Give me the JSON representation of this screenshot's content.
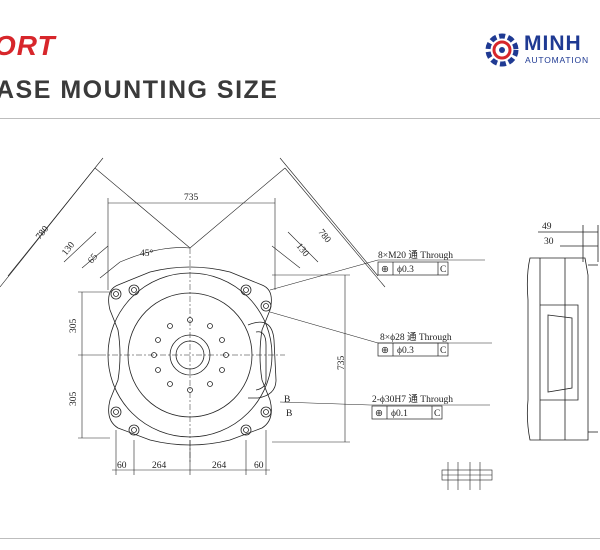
{
  "header": {
    "brand_fragment": "ORT",
    "title_fragment": "ASE MOUNTING SIZE"
  },
  "logo": {
    "name": "MINH",
    "subtitle": "AUTOMATION",
    "color": "#1f3a93",
    "accent": "#d7262b"
  },
  "front_view": {
    "dim_735_top": "735",
    "dim_780_left": "780",
    "dim_780_right": "780",
    "dim_130_left": "130",
    "dim_130_right": "130",
    "dim_65": "65",
    "dim_45deg": "45°",
    "dim_305_upper": "305",
    "dim_305_lower": "305",
    "dim_735_right": "735",
    "dim_60_left": "60",
    "dim_264_left": "264",
    "dim_264_right": "264",
    "dim_60_right": "60",
    "label_b1": "B",
    "label_b2": "B"
  },
  "callouts": [
    {
      "spec": "8×M20 通 Through",
      "symbol": "⊕",
      "tolerance": "ϕ0.3",
      "datum": "C"
    },
    {
      "spec": "8×ϕ28 通 Through",
      "symbol": "⊕",
      "tolerance": "ϕ0.3",
      "datum": "C"
    },
    {
      "spec": "2-ϕ30H7 通 Through",
      "symbol": "⊕",
      "tolerance": "ϕ0.1",
      "datum": "C"
    }
  ],
  "side_view": {
    "dim_49": "49",
    "dim_30": "30"
  },
  "colors": {
    "brand_red": "#d7262b",
    "title_gray": "#3a3a3a",
    "line": "#222222"
  }
}
